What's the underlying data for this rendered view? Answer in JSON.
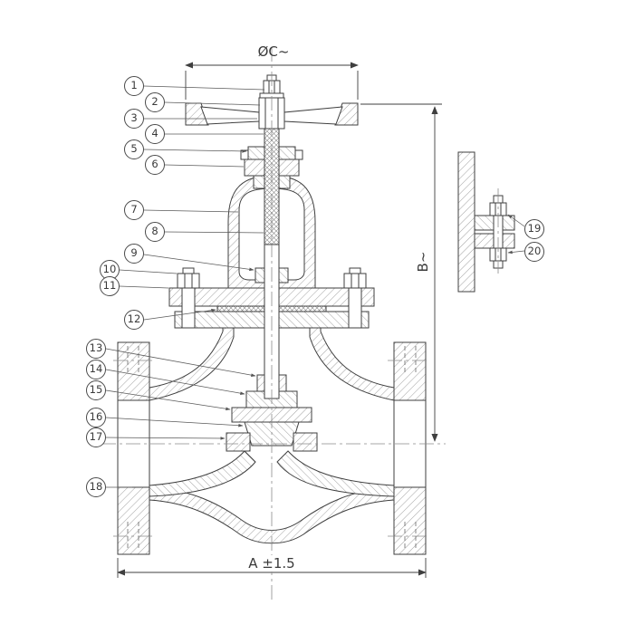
{
  "dimensions": {
    "top": "ØC~",
    "right": "B~",
    "bottom": "A ±1.5"
  },
  "balloons": [
    "1",
    "2",
    "3",
    "4",
    "5",
    "6",
    "7",
    "8",
    "9",
    "10",
    "11",
    "12",
    "13",
    "14",
    "15",
    "16",
    "17",
    "18",
    "19",
    "20"
  ],
  "colors": {
    "line": "#3f3f3f",
    "hatch": "#7a7a7a",
    "background": "#ffffff"
  }
}
